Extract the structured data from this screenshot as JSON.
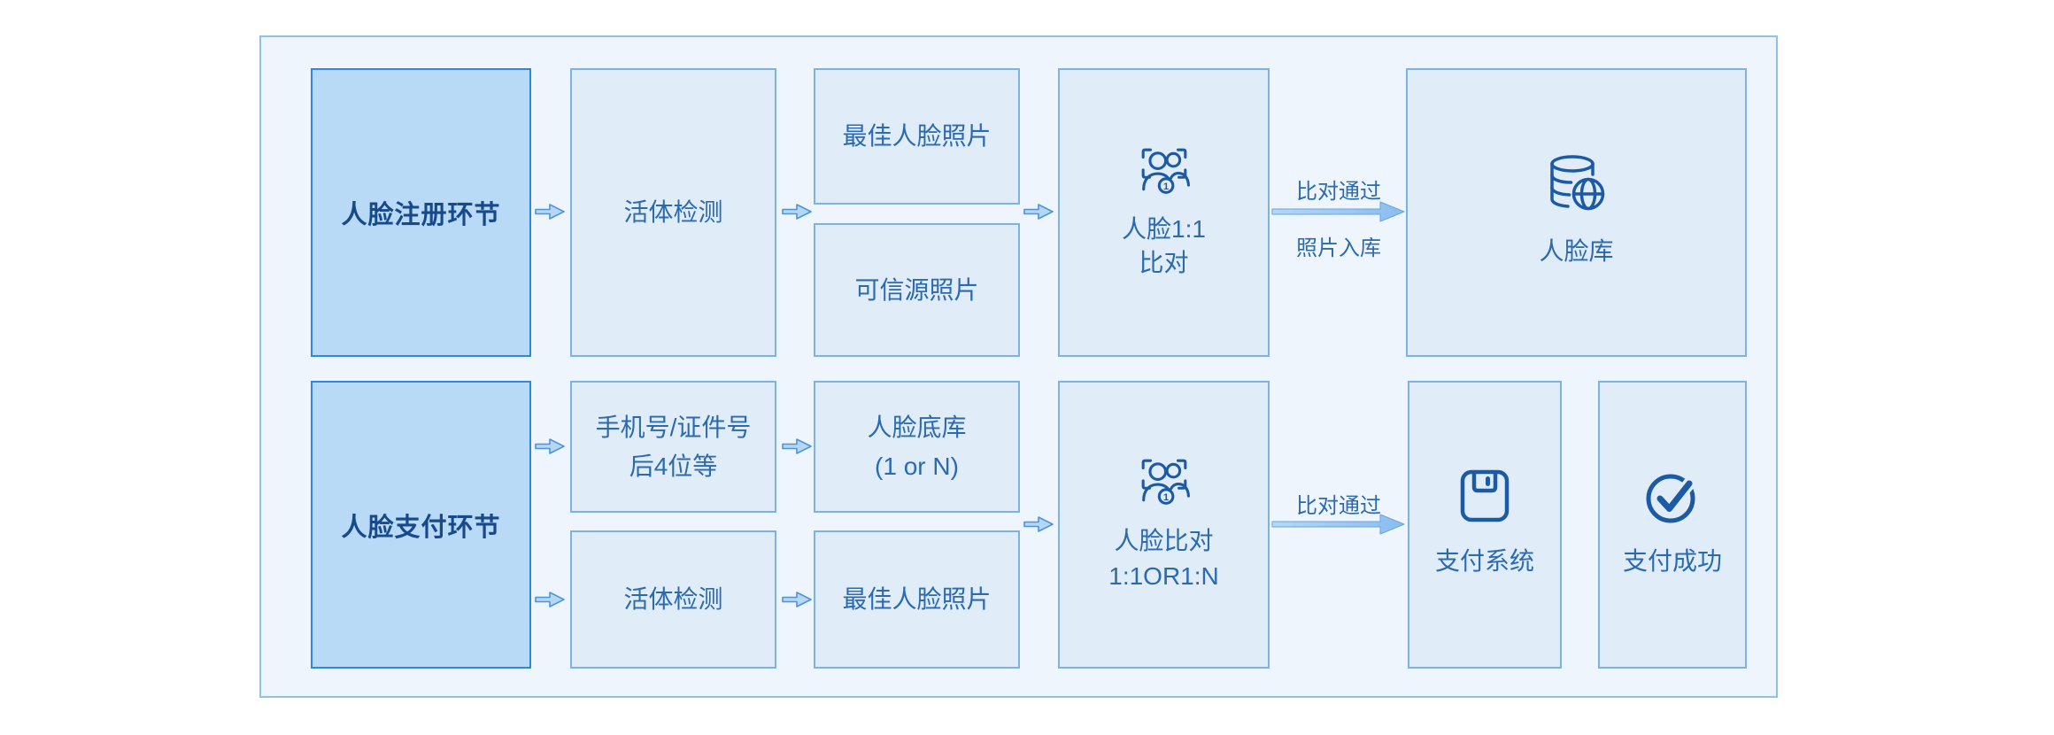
{
  "diagram": {
    "name": "face-recognition-flow",
    "colors": {
      "container_bg": "#eef5fc",
      "container_border": "#8dc1ef",
      "phase_box_bg": "#b9daf6",
      "phase_box_border": "#2e87e5",
      "step_box_bg": "#e0edf9",
      "step_box_border": "#7db2e6",
      "icon_ink": "#1d5aa5",
      "label_ink": "#2b6ab0",
      "phase_ink": "#17498d",
      "arrow_fill": "#b5d7f4",
      "arrow_stroke": "#4d94dc"
    }
  },
  "boxes": {
    "registration_phase": {
      "label": "人脸注册环节"
    },
    "liveness_1": {
      "label": "活体检测"
    },
    "best_photo_1": {
      "label": "最佳人脸照片"
    },
    "trusted_photo": {
      "label": "可信源照片"
    },
    "face_1to1": {
      "line1": "人脸1:1",
      "line2": "比对"
    },
    "face_db": {
      "label": "人脸库"
    },
    "payment_phase": {
      "label": "人脸支付环节"
    },
    "phone_id": {
      "line1": "手机号/证件号",
      "line2": "后4位等"
    },
    "face_base": {
      "line1": "人脸底库",
      "line2": "(1 or N)"
    },
    "liveness_2": {
      "label": "活体检测"
    },
    "best_photo_2": {
      "label": "最佳人脸照片"
    },
    "face_compare": {
      "line1": "人脸比对",
      "line2": "1:1OR1:N"
    },
    "payment_system": {
      "label": "支付系统"
    },
    "payment_success": {
      "label": "支付成功"
    }
  },
  "arrows": {
    "reg_pass_label_top": "比对通过",
    "reg_pass_label_bottom": "照片入库",
    "pay_pass_label": "比对通过"
  },
  "icons": {
    "face_scan": "face-scan-icon",
    "database": "face-database-icon",
    "save": "save-disk-icon",
    "check": "check-circle-icon",
    "badge_one": "1"
  }
}
